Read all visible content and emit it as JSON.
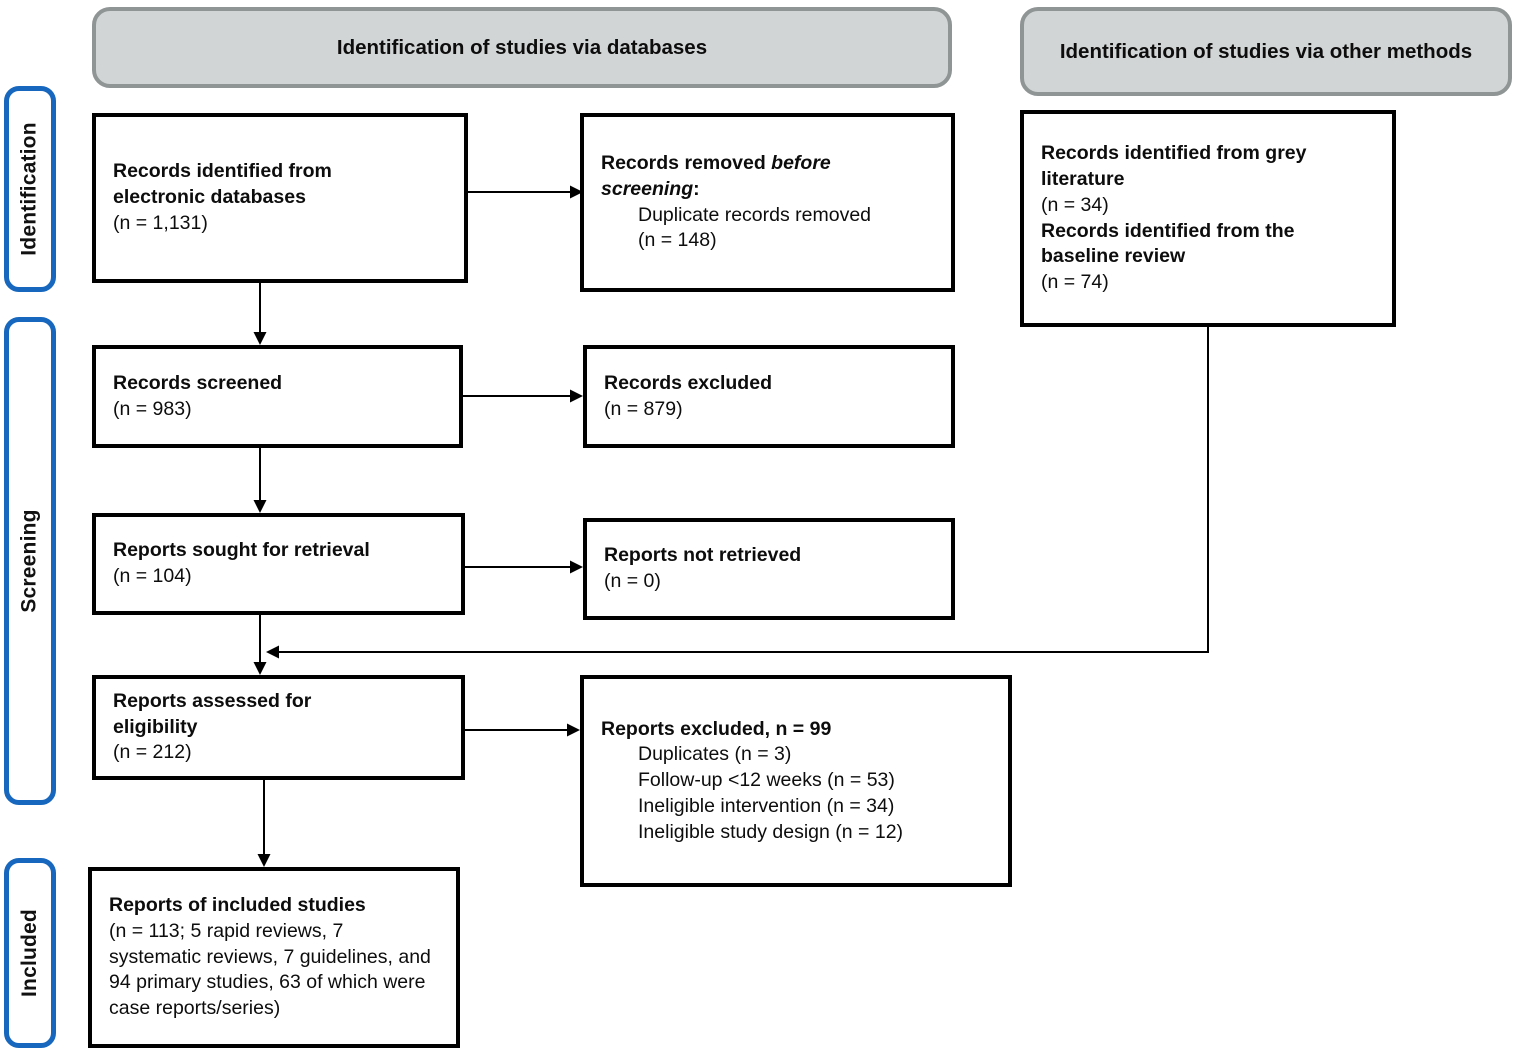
{
  "colors": {
    "canvas_bg": "#ffffff",
    "flow_border": "#000000",
    "stage_border": "#1667bd",
    "header_fill": "#d2d5d6",
    "header_border": "#8f9495",
    "arrow_color": "#000000"
  },
  "headers": {
    "databases": "Identification of studies via databases",
    "other_methods": "Identification of studies via other methods"
  },
  "stages": {
    "identification": "Identification",
    "screening": "Screening",
    "included": "Included"
  },
  "boxes": {
    "records_identified": {
      "title": "Records identified from electronic databases",
      "count": "(n = 1,131)"
    },
    "records_removed": {
      "title_prefix": "Records removed ",
      "title_italic": "before screening",
      "title_suffix": ":",
      "item": "Duplicate records removed",
      "count": "(n = 148)"
    },
    "grey_literature": {
      "title1": "Records identified from grey literature",
      "count1": "(n = 34)",
      "title2": "Records identified from the baseline review",
      "count2": "(n = 74)"
    },
    "records_screened": {
      "title": "Records screened",
      "count": "(n = 983)"
    },
    "records_excluded": {
      "title": "Records excluded",
      "count": "(n = 879)"
    },
    "reports_sought": {
      "title": "Reports sought for retrieval",
      "count": "(n = 104)"
    },
    "reports_not_retrieved": {
      "title": "Reports not retrieved",
      "count": "(n = 0)"
    },
    "reports_assessed": {
      "title": "Reports assessed for eligibility",
      "count": "(n = 212)"
    },
    "reports_excluded": {
      "title": "Reports excluded, n = 99",
      "reasons": [
        "Duplicates (n = 3)",
        "Follow-up <12 weeks (n = 53)",
        "Ineligible intervention (n = 34)",
        "Ineligible study design (n = 12)"
      ]
    },
    "included_studies": {
      "title": "Reports of included studies",
      "detail": "(n = 113; 5 rapid reviews, 7 systematic reviews, 7 guidelines, and 94 primary studies, 63 of which were case reports/series)"
    }
  }
}
